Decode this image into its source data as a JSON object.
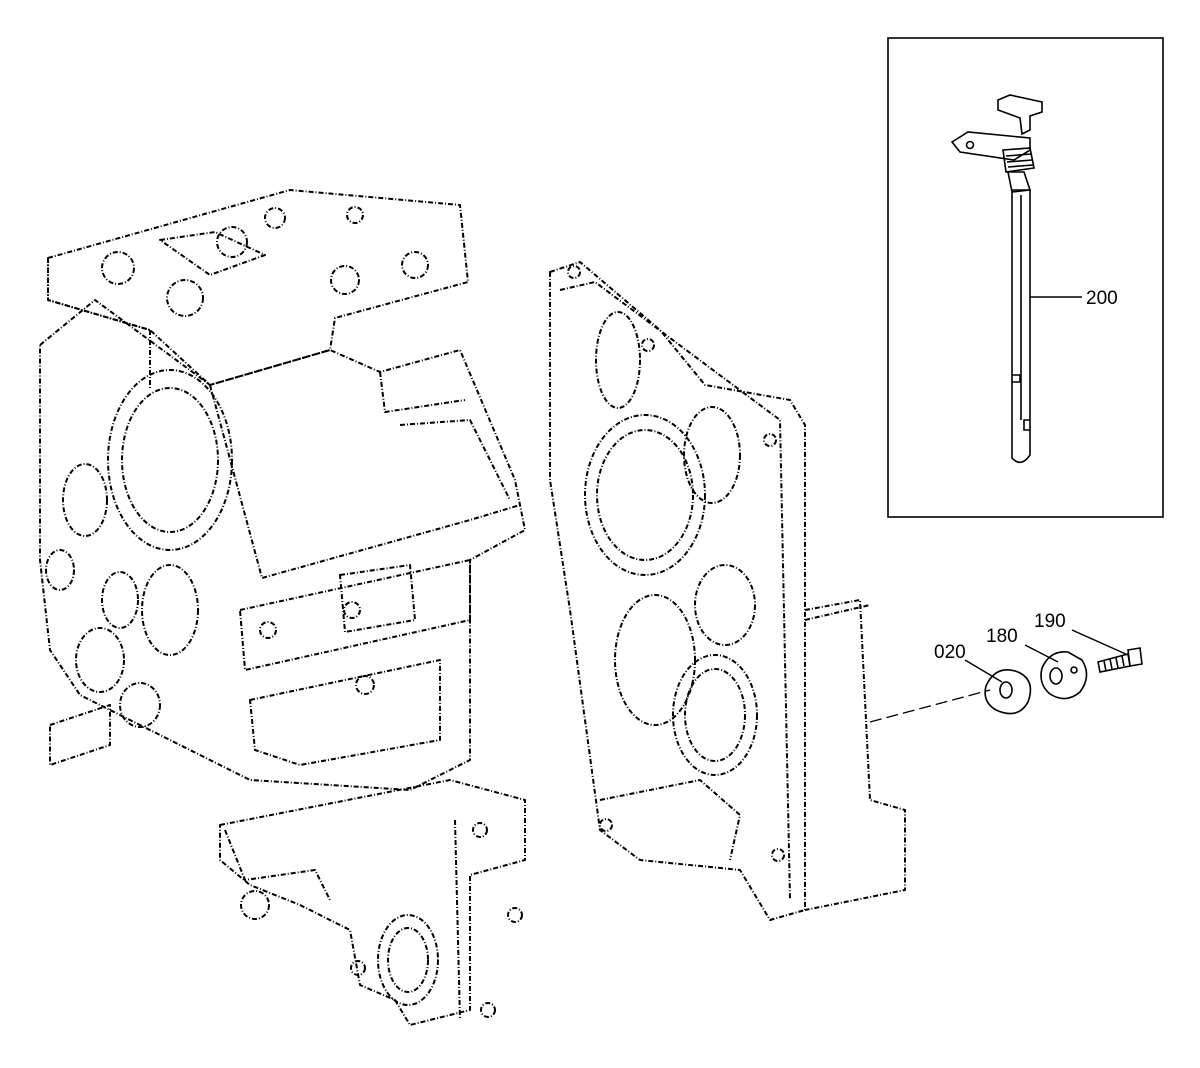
{
  "parts": [
    {
      "id": "part-200",
      "label": "200",
      "icon": "dipstick-icon"
    },
    {
      "id": "part-020",
      "label": "020",
      "icon": "gasket-icon"
    },
    {
      "id": "part-180",
      "label": "180",
      "icon": "filler-neck-icon"
    },
    {
      "id": "part-190",
      "label": "190",
      "icon": "screw-icon"
    }
  ],
  "colors": {
    "line": "#000000",
    "background": "#ffffff"
  }
}
